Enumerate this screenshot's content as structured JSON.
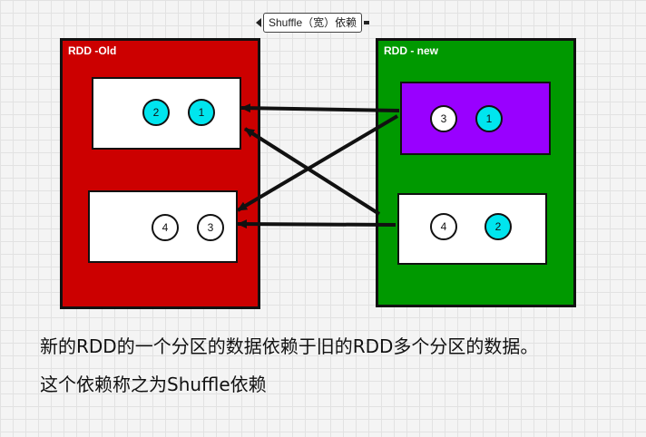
{
  "title": "Shuffle（宽）依赖",
  "rdd_old": {
    "label": "RDD -Old",
    "color": "#cc0000",
    "partitions": [
      {
        "bg": "#ffffff",
        "nodes": [
          {
            "label": "2",
            "color": "#00e5ee"
          },
          {
            "label": "1",
            "color": "#00e5ee"
          }
        ]
      },
      {
        "bg": "#ffffff",
        "nodes": [
          {
            "label": "4",
            "color": "#ffffff"
          },
          {
            "label": "3",
            "color": "#ffffff"
          }
        ]
      }
    ]
  },
  "rdd_new": {
    "label": "RDD - new",
    "color": "#009900",
    "partitions": [
      {
        "bg": "#9900ff",
        "nodes": [
          {
            "label": "3",
            "color": "#ffffff"
          },
          {
            "label": "1",
            "color": "#00e5ee"
          }
        ]
      },
      {
        "bg": "#ffffff",
        "nodes": [
          {
            "label": "4",
            "color": "#ffffff"
          },
          {
            "label": "2",
            "color": "#00e5ee"
          }
        ]
      }
    ]
  },
  "caption": {
    "line1": "新的RDD的一个分区的数据依赖于旧的RDD多个分区的数据。",
    "line2": "这个依赖称之为Shuffle依赖"
  }
}
